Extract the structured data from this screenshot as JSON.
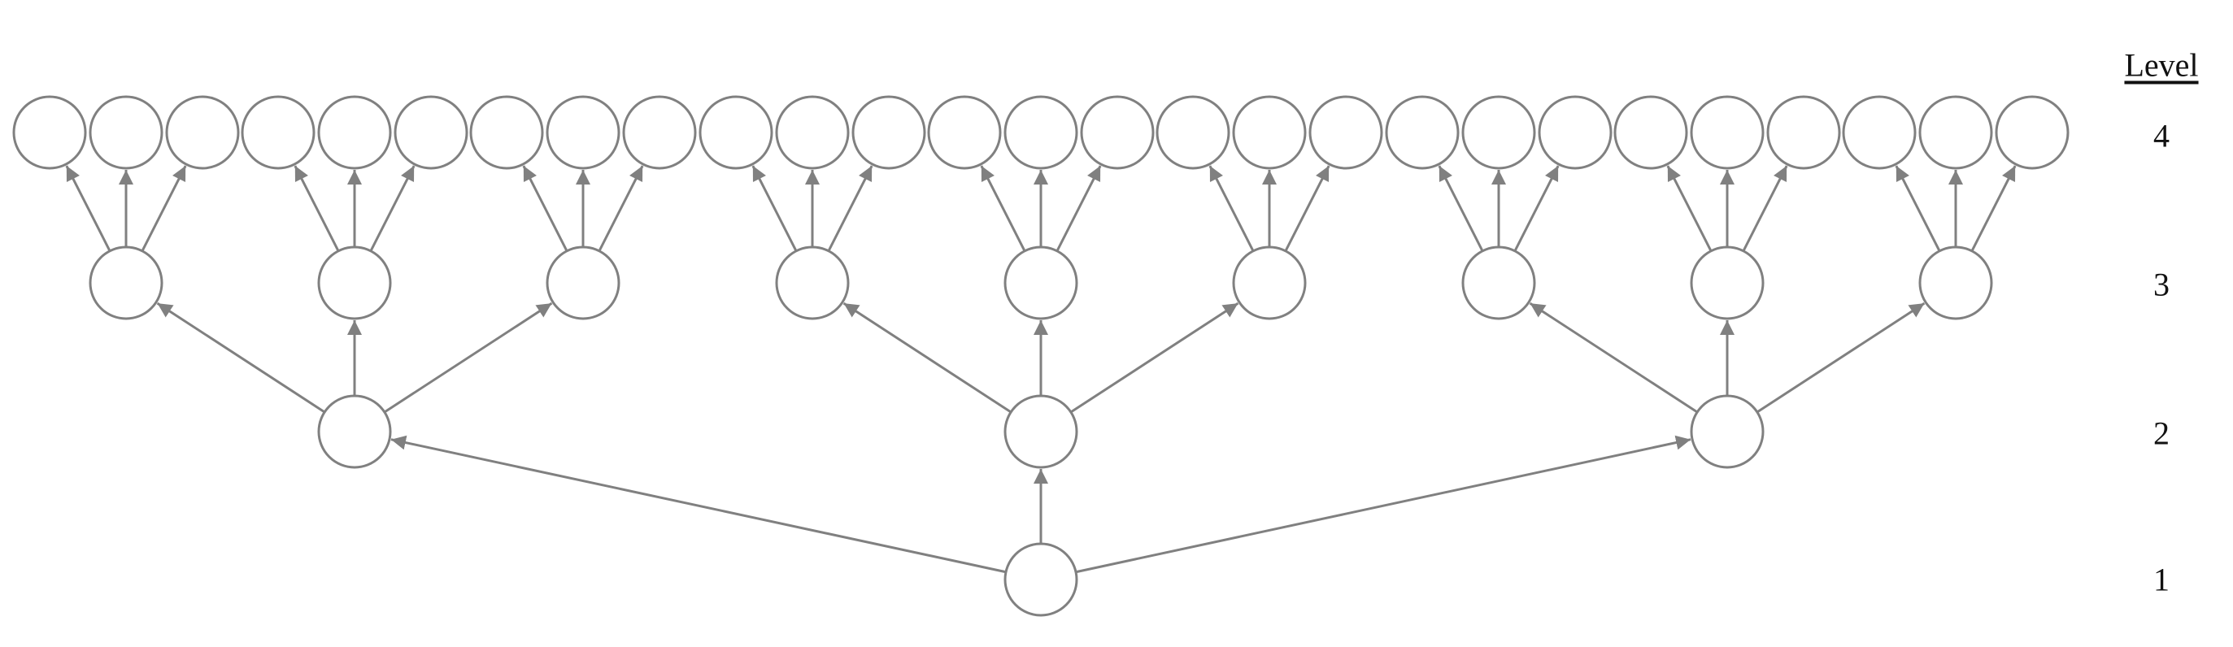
{
  "legend": {
    "title": "Level",
    "levels": [
      "4",
      "3",
      "2",
      "1"
    ]
  },
  "tree": {
    "branching_factor": 3,
    "depth_levels": 4,
    "edge_direction": "parent-to-child",
    "stroke_color": "#808080",
    "fill_color": "#ffffff"
  }
}
